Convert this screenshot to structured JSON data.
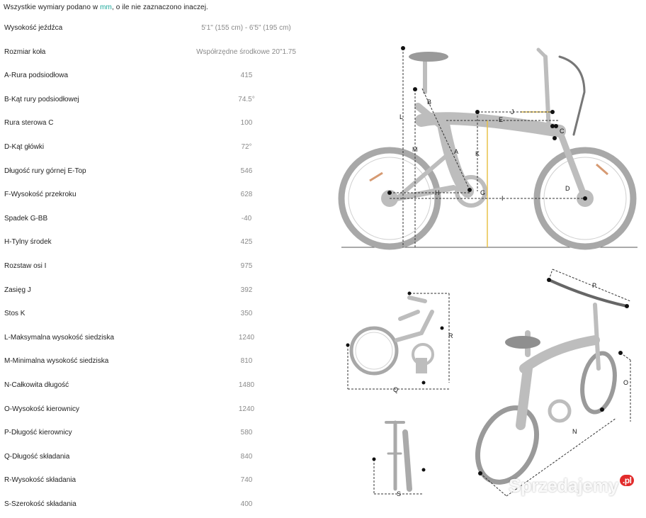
{
  "header": {
    "note_before": "Wszystkie wymiary podano w ",
    "note_unit": "mm",
    "note_after": ", o ile nie zaznaczono inaczej."
  },
  "specs": [
    {
      "label": "Wysokość jeźdźca",
      "value": "5'1\" (155 cm) - 6'5\" (195 cm)"
    },
    {
      "label": "Rozmiar koła",
      "value": "Współrzędne środkowe 20\"1.75"
    },
    {
      "label": "A-Rura podsiodłowa",
      "value": "415"
    },
    {
      "label": "B-Kąt rury podsiodłowej",
      "value": "74.5°"
    },
    {
      "label": "Rura sterowa C",
      "value": "100"
    },
    {
      "label": "D-Kąt główki",
      "value": "72°"
    },
    {
      "label": "Długość rury górnej E-Top",
      "value": "546"
    },
    {
      "label": "F-Wysokość przekroku",
      "value": "628"
    },
    {
      "label": "Spadek G-BB",
      "value": "-40"
    },
    {
      "label": "H-Tylny środek",
      "value": "425"
    },
    {
      "label": "Rozstaw osi I",
      "value": "975"
    },
    {
      "label": "Zasięg J",
      "value": "392"
    },
    {
      "label": "Stos K",
      "value": "350"
    },
    {
      "label": "L-Maksymalna wysokość siedziska",
      "value": "1240"
    },
    {
      "label": "M-Minimalna wysokość siedziska",
      "value": "810"
    },
    {
      "label": "N-Całkowita długość",
      "value": "1480"
    },
    {
      "label": "O-Wysokość kierownicy",
      "value": "1240"
    },
    {
      "label": "P-Długość kierownicy",
      "value": "580"
    },
    {
      "label": "Q-Długość składania",
      "value": "840"
    },
    {
      "label": "R-Wysokość składania",
      "value": "740"
    },
    {
      "label": "S-Szerokość składania",
      "value": "400"
    }
  ],
  "diagram_labels": {
    "L": "L",
    "M": "M",
    "B": "B",
    "A": "A",
    "J": "J",
    "E": "E",
    "K": "K",
    "H": "H",
    "G": "G",
    "I": "I",
    "C": "C",
    "D": "D",
    "R": "R",
    "Q": "Q",
    "S": "S",
    "P": "P",
    "O": "O",
    "N": "N"
  },
  "watermark": {
    "text": "Sprzedajemy",
    "tld": ".pl"
  },
  "colors": {
    "accent": "#1aa79a",
    "frame": "#bdbdbd",
    "dim_line": "#333333",
    "highlight": "#e8c24a",
    "tire": "#9a9a9a"
  }
}
